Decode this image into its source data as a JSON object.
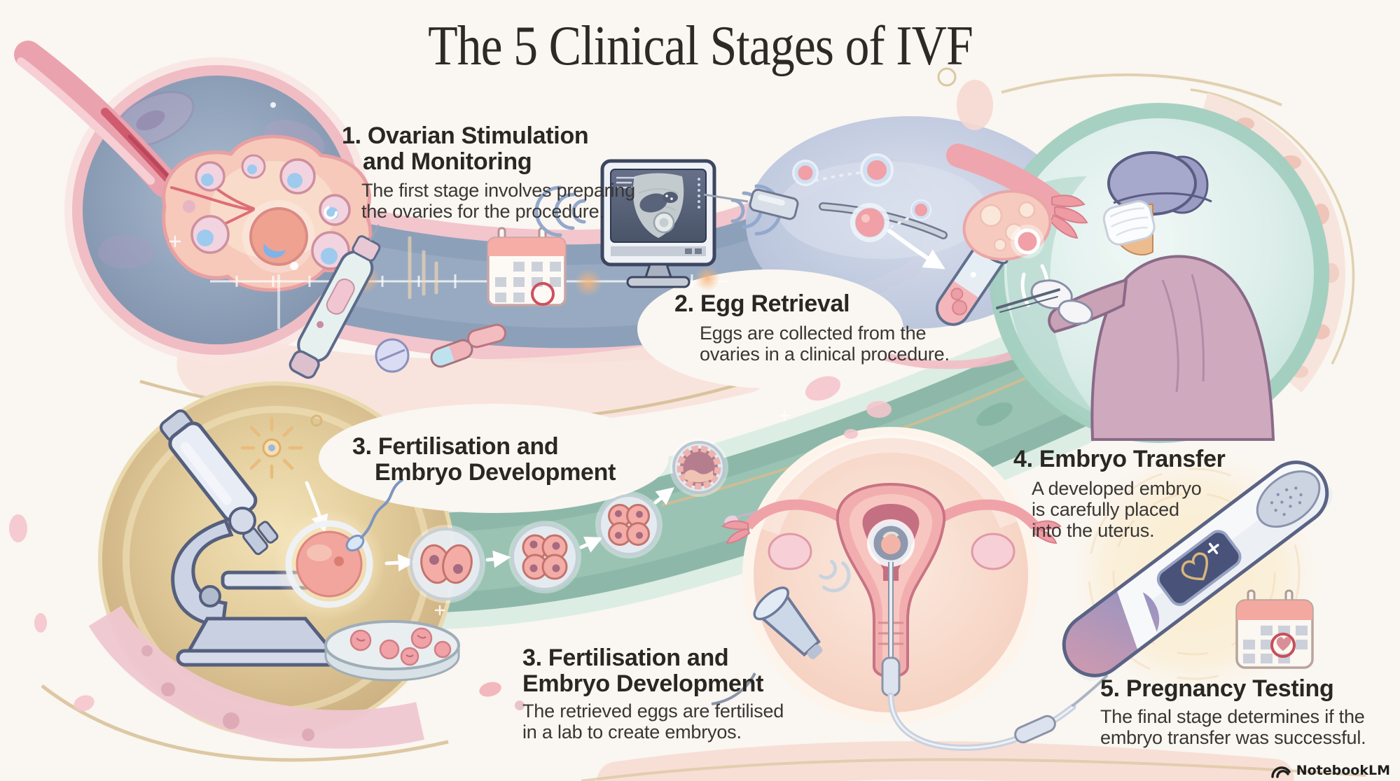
{
  "title": "The 5 Clinical Stages of IVF",
  "stages": [
    {
      "id": "stage-1",
      "heading_line1": "1. Ovarian Stimulation",
      "heading_line2": "and Monitoring",
      "desc_line1": "The first stage involves preparing",
      "desc_line2": "the ovaries for the procedure."
    },
    {
      "id": "stage-2",
      "heading": "2. Egg Retrieval",
      "desc_line1": "Eggs are collected from the",
      "desc_line2": "ovaries in a clinical procedure."
    },
    {
      "id": "stage-3-label",
      "heading_line1": "3. Fertilisation and",
      "heading_line2": "Embryo Development"
    },
    {
      "id": "stage-3",
      "heading_line1": "3. Fertilisation and",
      "heading_line2": "Embryo Development",
      "desc_line1": "The retrieved eggs are fertilised",
      "desc_line2": "in a lab to create embryos."
    },
    {
      "id": "stage-4",
      "heading": "4. Embryo Transfer",
      "desc_line1": "A developed embryo",
      "desc_line2": "is carefully placed",
      "desc_line3": "into the uterus."
    },
    {
      "id": "stage-5",
      "heading": "5. Pregnancy Testing",
      "desc_line1": "The final stage determines if the",
      "desc_line2": "embryo transfer was successful."
    }
  ],
  "watermark": "NotebookLM",
  "icons": {
    "watermark_logo": "notebooklm-swirl",
    "stage1": [
      "ovary-with-follicles",
      "treatment-timeline",
      "injection-pen",
      "pills",
      "calendar",
      "ultrasound-monitor",
      "sound-waves"
    ],
    "stage2": [
      "aspiration-needle",
      "egg-cells",
      "test-tube",
      "ovary-with-fimbriae",
      "surgeon"
    ],
    "stage3": [
      "microscope",
      "egg-and-sperm",
      "two-cell-embryo",
      "four-cell-embryo",
      "blastocyst",
      "petri-dish"
    ],
    "stage4": [
      "uterus-diagram",
      "embryo-in-uterus",
      "embryo-transfer-catheter",
      "ultrasound-transducer"
    ],
    "stage5": [
      "pregnancy-test-stick",
      "calendar-with-heart"
    ]
  },
  "colors": {
    "background": "#faf6f1",
    "heading_text": "#2a2723",
    "body_text": "#393633",
    "ribbon_blue": "#8da0ba",
    "ribbon_teal": "#8db8a9",
    "scene_pink": "#f2c6cc",
    "gold": "#d4bd92",
    "uterus_pink": "#f2aeae",
    "accent_red": "#c64f5a",
    "screen_navy": "#49537a",
    "watermark_text": "#1e1e1e"
  }
}
